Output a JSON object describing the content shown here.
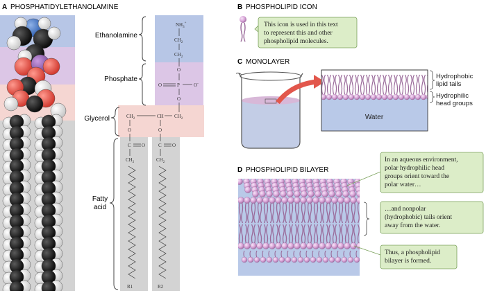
{
  "panel_a": {
    "letter": "A",
    "title": "PHOSPHATIDYLETHANOLAMINE",
    "labels": {
      "ethanolamine": "Ethanolamine",
      "phosphate": "Phosphate",
      "glycerol": "Glycerol",
      "fatty_line1": "Fatty",
      "fatty_line2": "acid"
    },
    "structure": {
      "nh3": "NH",
      "nh3_sub": "3",
      "nh3_sup": "+",
      "ch2_top1": "CH",
      "ch2_top2": "CH",
      "o_top": "O",
      "o_left": "O",
      "p": "P",
      "o_right": "O",
      "o_right_sup": "-",
      "o_bottom": "O",
      "glycerol_left": "CH",
      "glycerol_mid": "CH",
      "glycerol_right": "CH",
      "chain_o1": "O",
      "chain_o2": "O",
      "carbonyl1": "C",
      "carbonyl1_o": "O",
      "carbonyl2": "C",
      "carbonyl2_o": "O",
      "chain_ch2_1": "CH",
      "chain_ch2_2": "CH",
      "r1": "R1",
      "r2": "R2",
      "sub2": "2"
    }
  },
  "panel_b": {
    "letter": "B",
    "title": "PHOSPHOLIPID ICON",
    "callout_line1": "This icon is used in this text",
    "callout_line2": "to represent this and other",
    "callout_line3": "phospholipid molecules."
  },
  "panel_c": {
    "letter": "C",
    "title": "MONOLAYER",
    "tails_line1": "Hydrophobic",
    "tails_line2": "lipid tails",
    "heads_line1": "Hydrophilic",
    "heads_line2": "head groups",
    "water": "Water"
  },
  "panel_d": {
    "letter": "D",
    "title": "PHOSPHOLIPID BILAYER",
    "callout1_line1": "In an aqueous environment,",
    "callout1_line2": "polar hydrophilic head",
    "callout1_line3": "groups orient toward the",
    "callout1_line4": "polar water…",
    "callout2_line1": "…and nonpolar",
    "callout2_line2": "(hydrophobic) tails orient",
    "callout2_line3": "away from the water.",
    "callout3_line1": "Thus, a phospholipid",
    "callout3_line2": "bilayer is formed."
  },
  "colors": {
    "ethanolamine_band": "#b7c6e6",
    "phosphate_band": "#dcc6e6",
    "glycerol_band": "#f5d6d2",
    "fatty_band": "#d3d3d3",
    "head_pink": "#d9a6d9",
    "tail_purple": "#9a6a9a",
    "callout_green": "#dcedc8",
    "callout_border": "#7aa05a",
    "water_blue": "#b9c9e8",
    "arrow_red": "#e2574c"
  }
}
